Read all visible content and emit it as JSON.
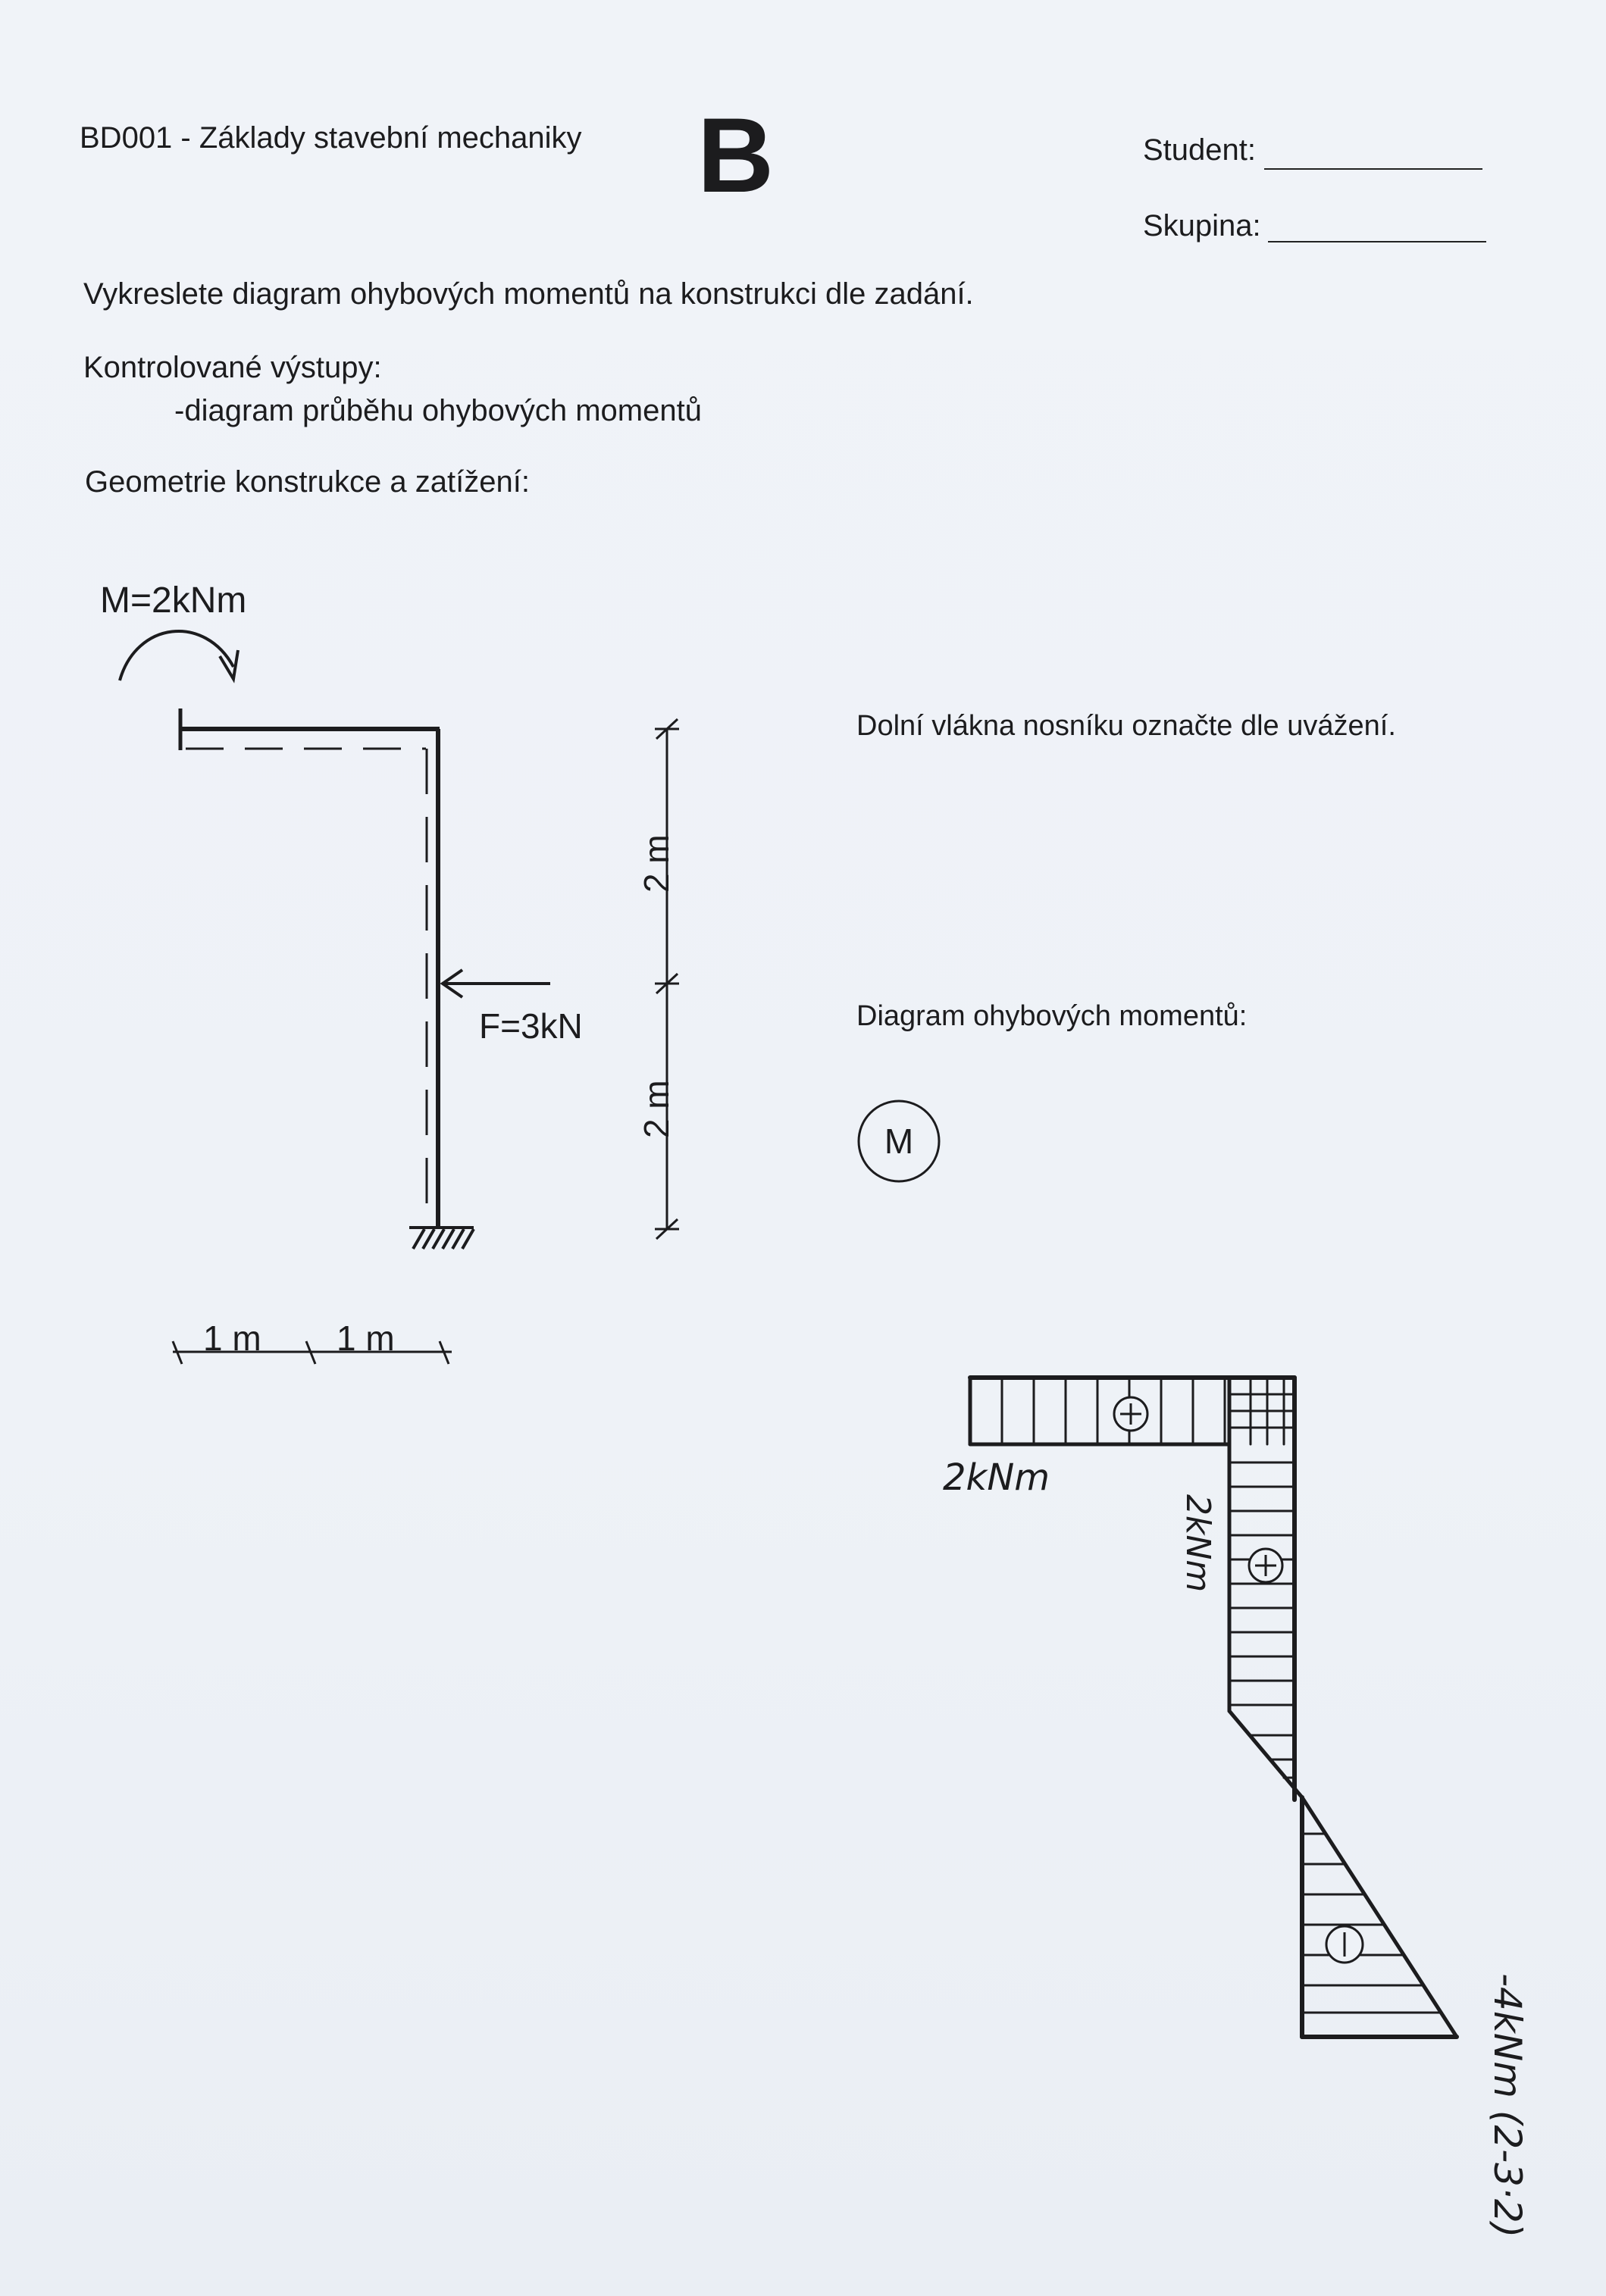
{
  "header": {
    "course": "BD001 - Základy stavební mechaniky",
    "variant": "B",
    "student_label": "Student:",
    "group_label": "Skupina:"
  },
  "task": {
    "instruction": "Vykreslete diagram ohybových momentů na konstrukci dle zadání.",
    "outputs_heading": "Kontrolované výstupy:",
    "outputs_item": "-diagram průběhu ohybových momentů",
    "geometry_heading": "Geometrie konstrukce a zatížení:"
  },
  "structure": {
    "moment_label": "M=2kNm",
    "force_label": "F=3kN",
    "dim_upper": "2 m",
    "dim_lower": "2 m",
    "dim_left": "1 m",
    "dim_right": "1 m"
  },
  "right_panel": {
    "fibers_note": "Dolní vlákna nosníku označte dle uvážení.",
    "diagram_label": "Diagram ohybových momentů:",
    "diagram_symbol": "M"
  },
  "handwritten": {
    "beam_value": "2kNm",
    "column_top_value": "2kNm",
    "base_value": "-4kNm (2-3·2)",
    "sign_plus": "+",
    "sign_minus": "−"
  },
  "colors": {
    "ink": "#1c1c1e",
    "paper": "#eef2f7"
  }
}
